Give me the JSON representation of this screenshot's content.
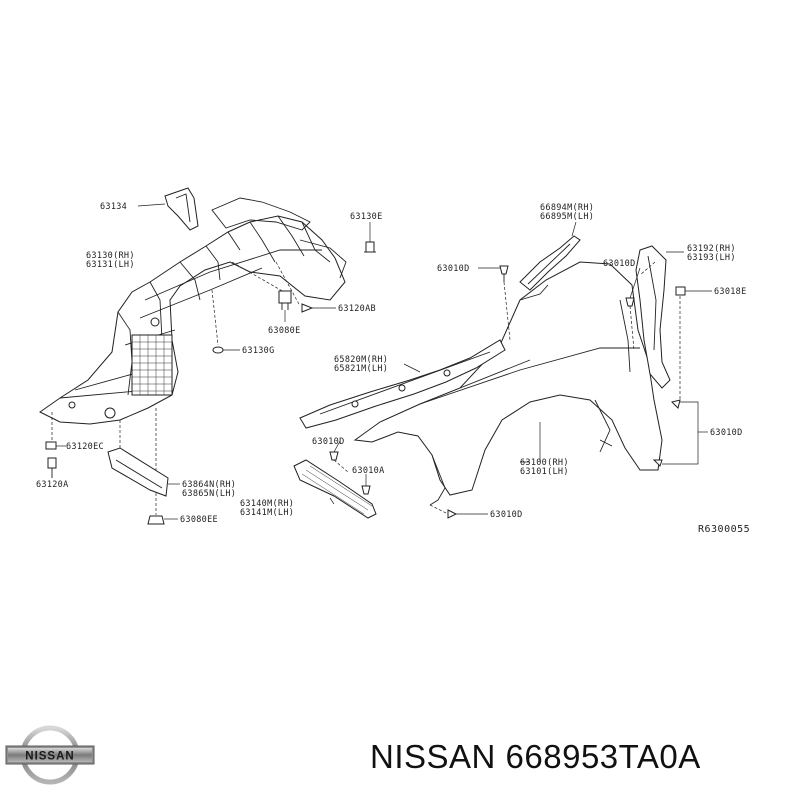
{
  "labels": {
    "l63134": "63134",
    "l63130_rh": "63130(RH)",
    "l63131_lh": "63131(LH)",
    "l63130e": "63130E",
    "l63120ab": "63120AB",
    "l63080e": "63080E",
    "l63130g": "63130G",
    "l63120ec": "63120EC",
    "l63120a": "63120A",
    "l63864n": "63864N(RH)",
    "l63865n": "63865N(LH)",
    "l63080ee": "63080EE",
    "l66894m": "66894M(RH)",
    "l66895m": "66895M(LH)",
    "l63010d_a": "63010D",
    "l63010d_b": "63010D",
    "l63192": "63192(RH)",
    "l63193": "63193(LH)",
    "l63018e": "63018E",
    "l65820m": "65820M(RH)",
    "l65821m": "65821M(LH)",
    "l63010d_c": "63010D",
    "l63010d_d": "63010D",
    "l63010a": "63010A",
    "l63100": "63100(RH)",
    "l63101": "63101(LH)",
    "l63140m": "63140M(RH)",
    "l63141m": "63141M(LH)",
    "l63010d_e": "63010D"
  },
  "reference": "R6300055",
  "caption": "NISSAN 668953TA0A",
  "logo_text": "NISSAN"
}
